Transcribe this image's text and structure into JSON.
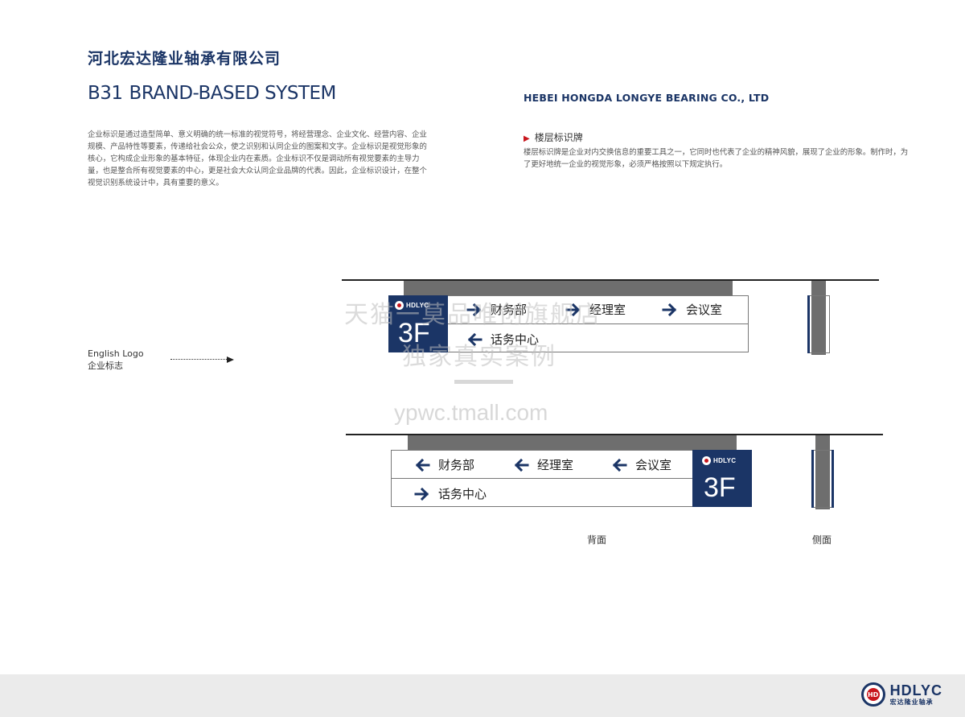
{
  "header": {
    "company_cn": "河北宏达隆业轴承有限公司",
    "system_code": "B31",
    "system_name": "BRAND-BASED SYSTEM",
    "company_en": "HEBEI HONGDA LONGYE BEARING CO., LTD"
  },
  "intro": {
    "text": "企业标识是通过造型简单、意义明确的统一标准的视觉符号，将经营理念、企业文化、经营内容、企业规模、产品特性等要素，传递给社会公众，使之识别和认同企业的图案和文字。企业标识是视觉形象的核心，它构成企业形象的基本特征，体现企业内在素质。企业标识不仅是调动所有视觉要素的主导力量，也是整合所有视觉要素的中心，更是社会大众认同企业品牌的代表。因此，企业标识设计，在整个视觉识别系统设计中，具有重要的意义。"
  },
  "section": {
    "title": "楼层标识牌",
    "description": "楼层标识牌是企业对内交换信息的重要工具之一，它同时也代表了企业的精神风貌，展现了企业的形象。制作时，为了更好地统一企业的视觉形象，必须严格按照以下规定执行。"
  },
  "logo_label": {
    "en": "English Logo",
    "cn": "企业标志"
  },
  "sign_front": {
    "floor": "3F",
    "logo_text": "HDLYC",
    "row1": [
      {
        "arrow": "right",
        "label": "财务部"
      },
      {
        "arrow": "right",
        "label": "经理室"
      },
      {
        "arrow": "right",
        "label": "会议室"
      }
    ],
    "row2": [
      {
        "arrow": "left",
        "label": "话务中心"
      }
    ]
  },
  "sign_back": {
    "floor": "3F",
    "logo_text": "HDLYC",
    "row1": [
      {
        "arrow": "left",
        "label": "财务部"
      },
      {
        "arrow": "left",
        "label": "经理室"
      },
      {
        "arrow": "left",
        "label": "会议室"
      }
    ],
    "row2": [
      {
        "arrow": "right",
        "label": "话务中心"
      }
    ]
  },
  "captions": {
    "back": "背面",
    "side": "侧面"
  },
  "watermark": {
    "line1": "天猫一莫品唯创旗舰店",
    "line2": "独家真实案例",
    "url": "ypwc.tmall.com"
  },
  "footer": {
    "logo_en": "HDLYC",
    "logo_cn": "宏达隆业轴承",
    "logo_mark": "HD"
  },
  "colors": {
    "brand_blue": "#1b3566",
    "accent_red": "#c8161d",
    "mount_gray": "#6e6e6e",
    "footer_bg": "#ebebeb"
  }
}
